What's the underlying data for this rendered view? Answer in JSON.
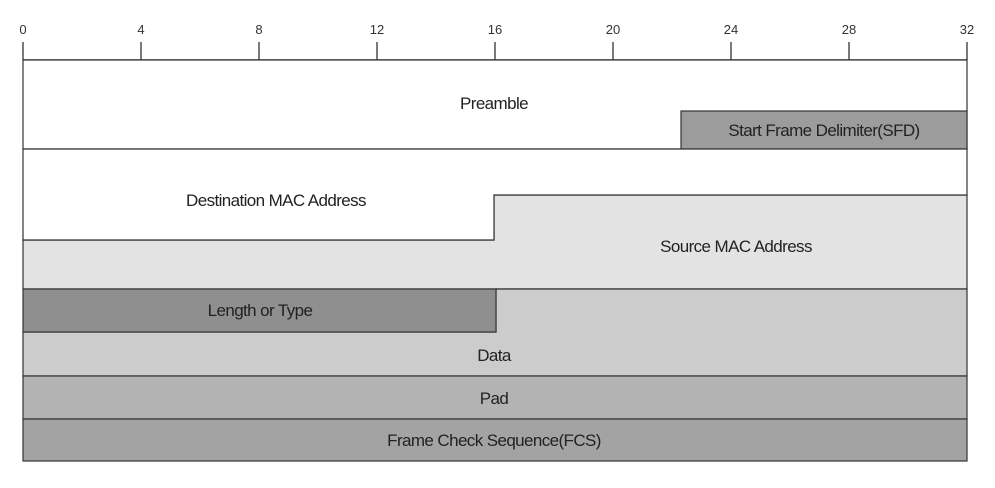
{
  "bit_ruler": {
    "ticks": [
      "0",
      "4",
      "8",
      "12",
      "16",
      "20",
      "24",
      "28",
      "32"
    ]
  },
  "fields": {
    "preamble": "Preamble",
    "sfd": "Start Frame Delimiter(SFD)",
    "destination_mac": "Destination MAC Address",
    "source_mac": "Source MAC Address",
    "length_or_type": "Length or Type",
    "data": "Data",
    "pad": "Pad",
    "fcs": "Frame Check Sequence(FCS)"
  },
  "colors": {
    "preamble": "#ffffff",
    "sfd": "#9c9c9c",
    "destination_mac": "#ffffff",
    "source_mac": "#e3e3e3",
    "length_or_type": "#8f8f8f",
    "data": "#cccccc",
    "pad": "#b3b3b3",
    "fcs": "#a3a3a3",
    "outline": "#333333"
  }
}
